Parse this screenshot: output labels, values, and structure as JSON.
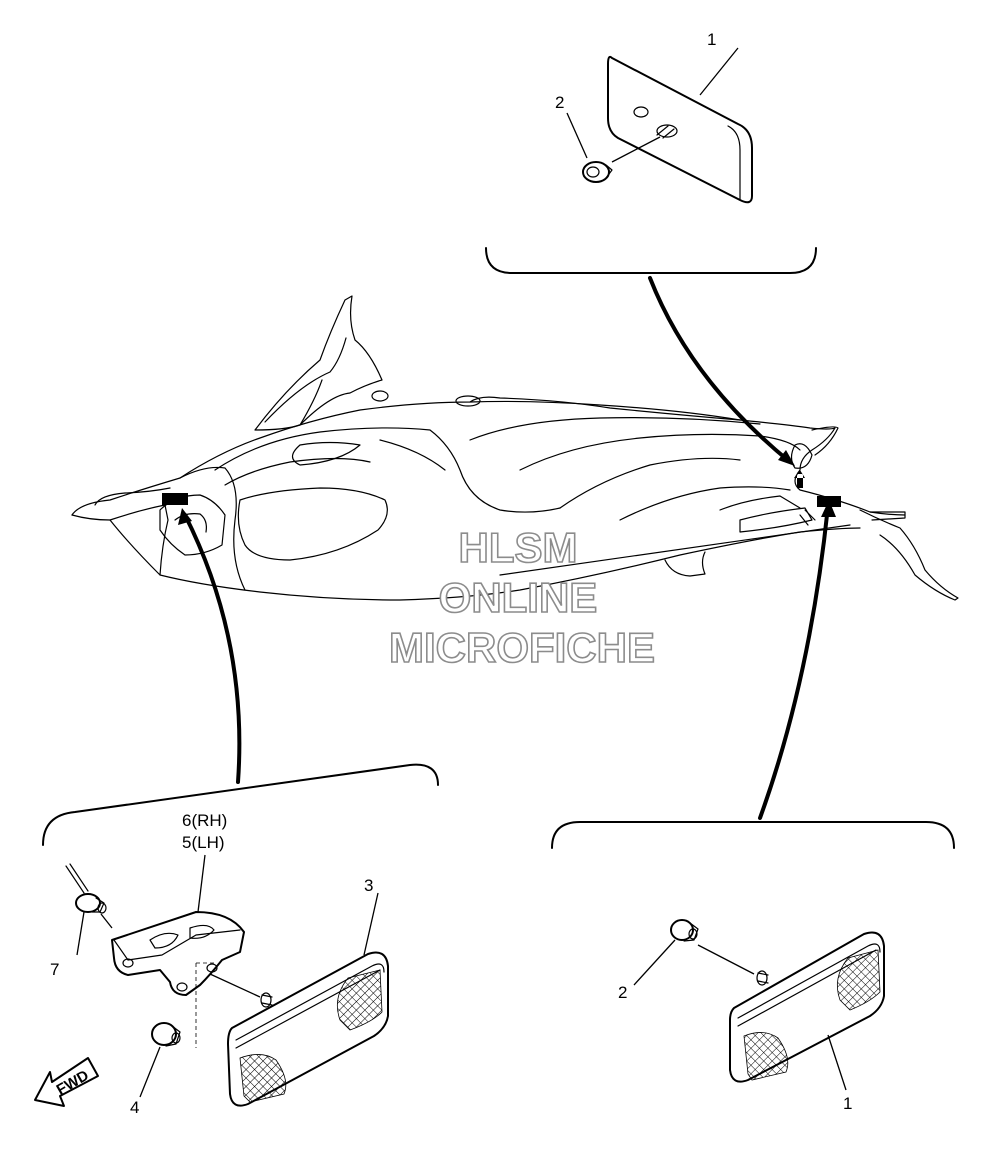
{
  "callouts": {
    "top_reflector": "1",
    "top_nut": "2",
    "left_reflector": "3",
    "left_nut": "4",
    "bracket_lh": "5(LH)",
    "bracket_rh": "6(RH)",
    "rivet": "7",
    "right_nut": "2",
    "right_reflector": "1"
  },
  "direction_marker": "FWD",
  "watermark": {
    "line1": "HLSM",
    "line2": "ONLINE",
    "line3": "MICROFICHE"
  }
}
